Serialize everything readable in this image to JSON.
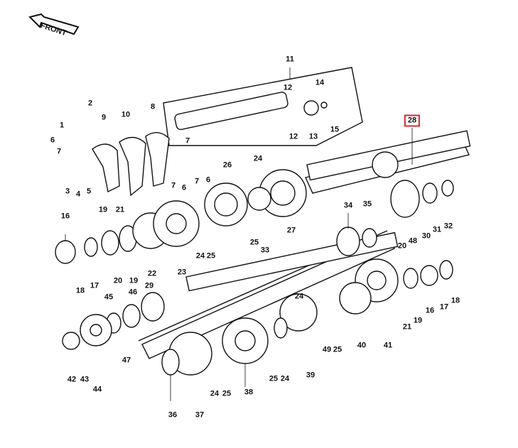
{
  "front_label": "FRONT",
  "highlight_color": "#d9272e",
  "callouts": {
    "p1": "1",
    "p2": "2",
    "p3": "3",
    "p4": "4",
    "p5": "5",
    "p6a": "6",
    "p6b": "6",
    "p6c": "6",
    "p7a": "7",
    "p7b": "7",
    "p7c": "7",
    "p7d": "7",
    "p8": "8",
    "p9": "9",
    "p10": "10",
    "p11": "11",
    "p12a": "12",
    "p12b": "12",
    "p13": "13",
    "p14": "14",
    "p15": "15",
    "p16a": "16",
    "p16b": "16",
    "p17a": "17",
    "p17b": "17",
    "p18a": "18",
    "p18b": "18",
    "p19a": "19",
    "p19b": "19",
    "p19c": "19",
    "p20a": "20",
    "p20b": "20",
    "p21a": "21",
    "p21b": "21",
    "p22": "22",
    "p23": "23",
    "p24a": "24",
    "p24b": "24",
    "p24c": "24",
    "p24d": "24",
    "p25a": "25",
    "p25b": "25",
    "p25c": "25",
    "p25d": "25",
    "p25e": "25",
    "p26": "26",
    "p27": "27",
    "p28": "28",
    "p29": "29",
    "p30": "30",
    "p31": "31",
    "p32": "32",
    "p33": "33",
    "p34": "34",
    "p35": "35",
    "p36": "36",
    "p37": "37",
    "p38": "38",
    "p39": "39",
    "p40": "40",
    "p41": "41",
    "p42": "42",
    "p43": "43",
    "p44": "44",
    "p45": "45",
    "p46": "46",
    "p47": "47",
    "p48": "48",
    "p49": "49"
  }
}
